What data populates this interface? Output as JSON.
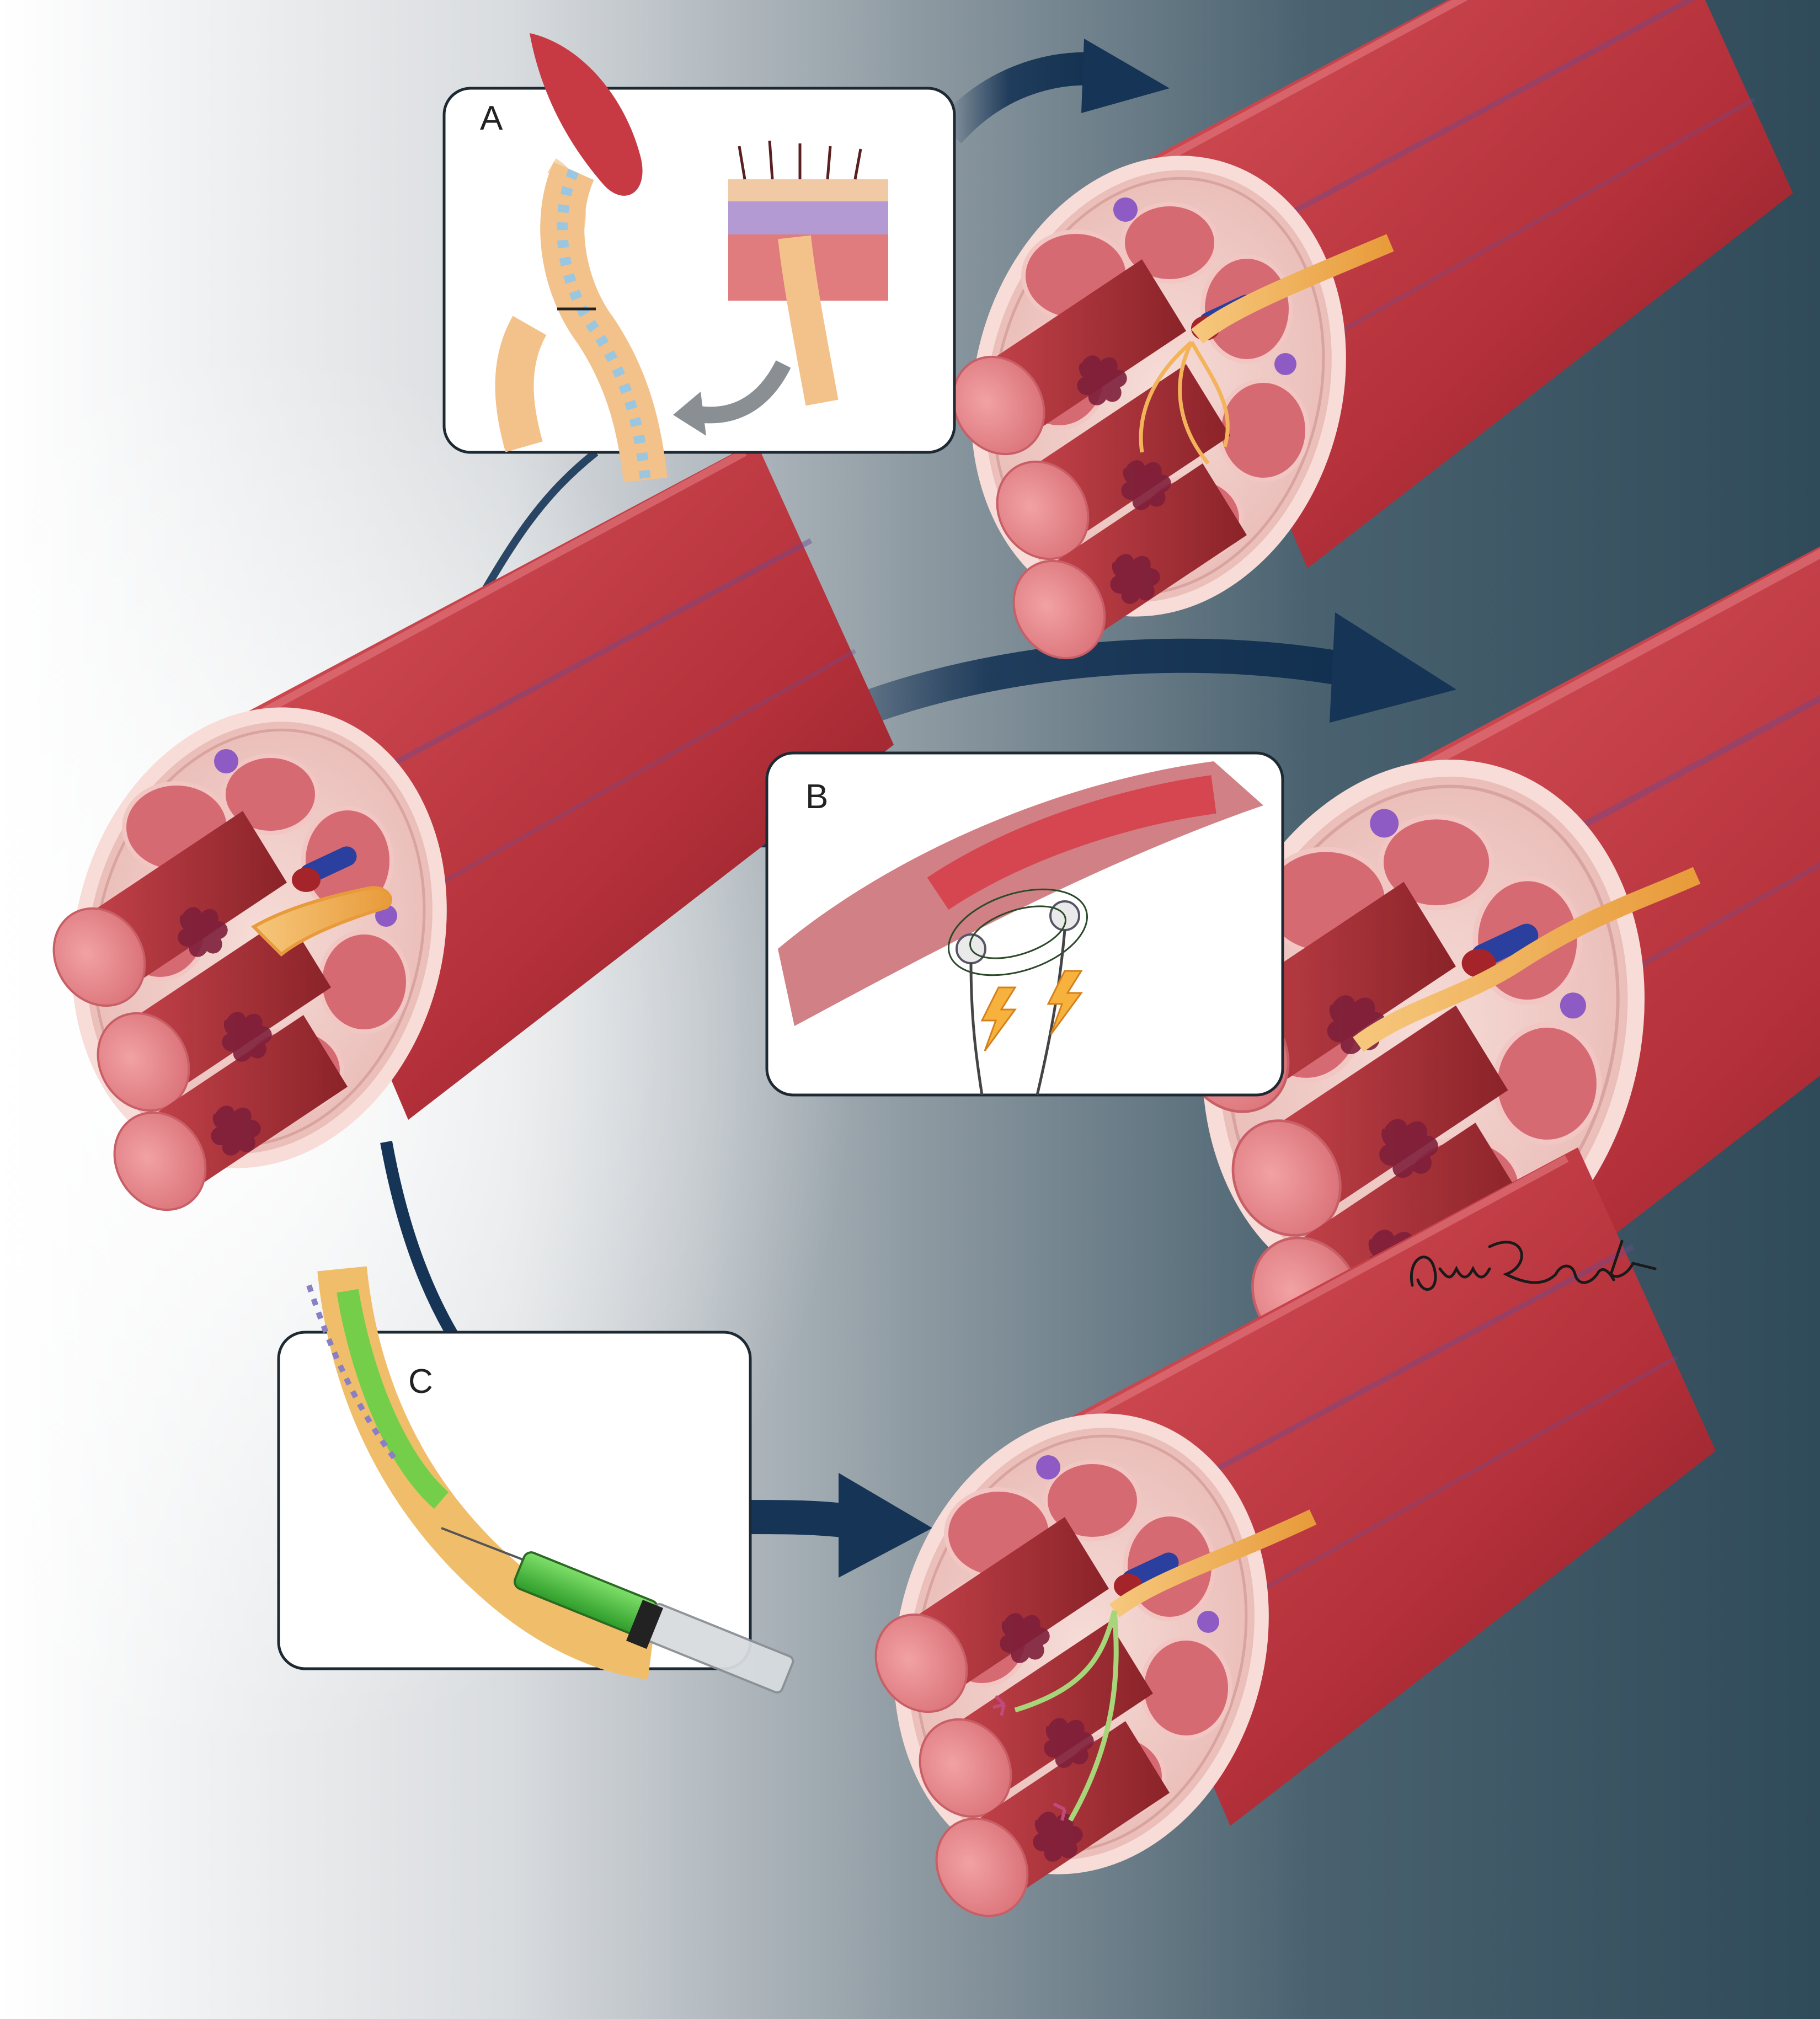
{
  "figure": {
    "panels": [
      {
        "id": "A",
        "label": "A",
        "name": "nerve-graft-panel"
      },
      {
        "id": "B",
        "label": "B",
        "name": "electrical-stimulation-panel"
      },
      {
        "id": "C",
        "label": "C",
        "name": "injection-panel"
      }
    ],
    "signature": "AnneRosek",
    "colors": {
      "background_dark": "#34505f",
      "background_light": "#ffffff",
      "muscle": "#c0393f",
      "muscle_dark": "#8f2127",
      "fascicle": "#d9767c",
      "connective": "#f3d2cf",
      "nerve": "#f2b35a",
      "vein": "#2b3f9e",
      "artery": "#a4242a",
      "arrow": "#163456",
      "endplate": "#7e1f3b",
      "regenerating_axon": "#a8d47a",
      "syringe_fluid": "#4fc53a"
    }
  }
}
